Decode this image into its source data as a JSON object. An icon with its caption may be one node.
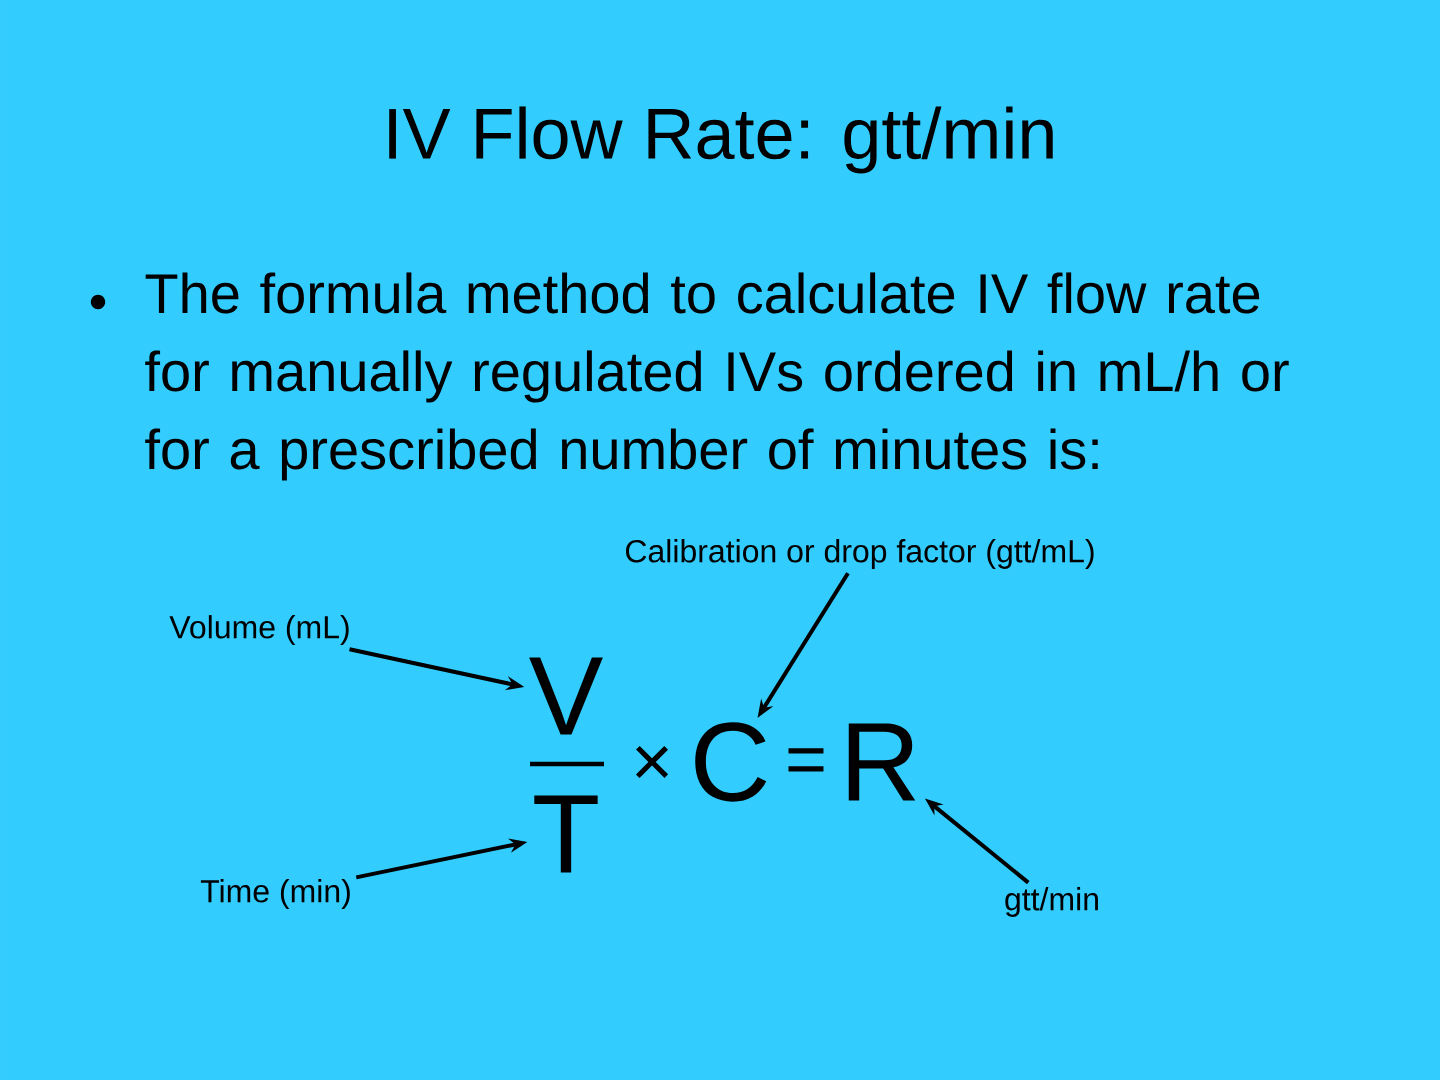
{
  "diagram": {
    "title": "IV Flow Rate: gtt/min",
    "nodes": [
      {
        "text": [
          "Volume (mL)"
        ]
      },
      {
        "text": [
          "Time (min)"
        ]
      },
      {
        "text": [
          "Calibration or drop factor (gtt/mL)"
        ]
      },
      {
        "text": [
          "gtt/min"
        ]
      },
      {
        "text": [
          "V"
        ]
      },
      {
        "text": [
          "T"
        ]
      },
      {
        "text": [
          "C"
        ]
      },
      {
        "text": [
          "R"
        ]
      }
    ],
    "edges": [
      {
        "from": 0,
        "to": 4,
        "arrow": "to"
      },
      {
        "from": 1,
        "to": 5,
        "arrow": "to"
      },
      {
        "from": 2,
        "to": 6,
        "arrow": "to"
      },
      {
        "from": 3,
        "to": 7,
        "arrow": "to"
      }
    ],
    "labels": [
      "The formula method to calculate IV flow rate for manually regulated IVs ordered in mL/h or for a prescribed number of minutes is:",
      "×",
      "="
    ]
  }
}
